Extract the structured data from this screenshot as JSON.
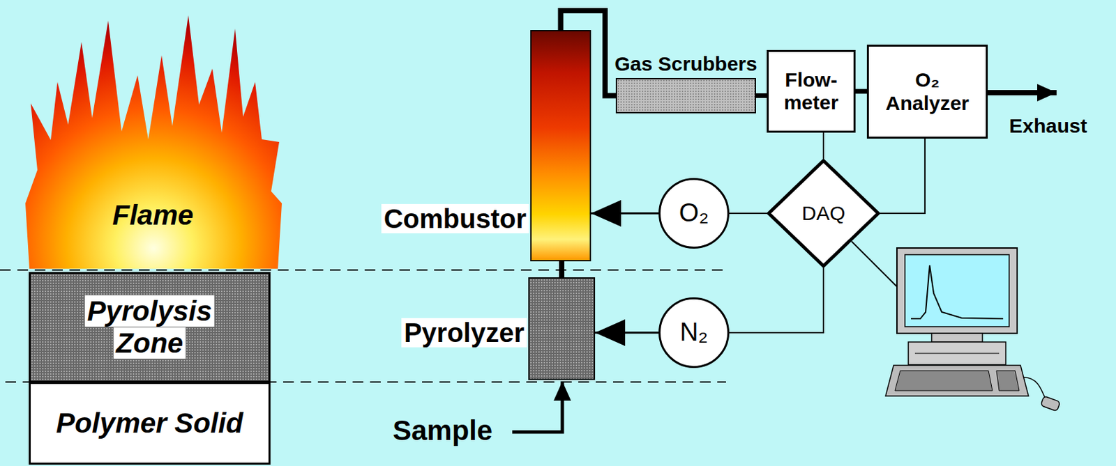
{
  "diagram": {
    "nodes": [
      {
        "text": [
          "Flame"
        ]
      },
      {
        "text": [
          "Pyrolysis Zone"
        ]
      },
      {
        "text": [
          "Polymer Solid"
        ]
      },
      {
        "text": [
          "Combustor"
        ]
      },
      {
        "text": [
          "Gas Scrubbers"
        ]
      },
      {
        "text": [
          "Flow- meter"
        ]
      },
      {
        "text": [
          "O₂ Analyzer"
        ]
      },
      {
        "text": [
          "O₂"
        ]
      },
      {
        "text": [
          "DAQ"
        ]
      },
      {
        "text": [
          "Pyrolyzer"
        ]
      },
      {
        "text": [
          "N₂"
        ]
      }
    ],
    "edges": [
      {
        "from": 3,
        "to": 4,
        "arrow": "none"
      },
      {
        "from": 4,
        "to": 5,
        "arrow": "none"
      },
      {
        "from": 5,
        "to": 6,
        "arrow": "none"
      },
      {
        "from": 7,
        "to": 3,
        "arrow": "to"
      },
      {
        "from": 10,
        "to": 9,
        "arrow": "to"
      },
      {
        "from": 9,
        "to": 3,
        "arrow": "none"
      },
      {
        "from": 7,
        "to": 8,
        "arrow": "none"
      },
      {
        "from": 5,
        "to": 8,
        "arrow": "none"
      },
      {
        "from": 6,
        "to": 8,
        "arrow": "none"
      },
      {
        "from": 10,
        "to": 8,
        "arrow": "none"
      }
    ],
    "labels": [
      "Sample",
      "Exhaust"
    ]
  }
}
